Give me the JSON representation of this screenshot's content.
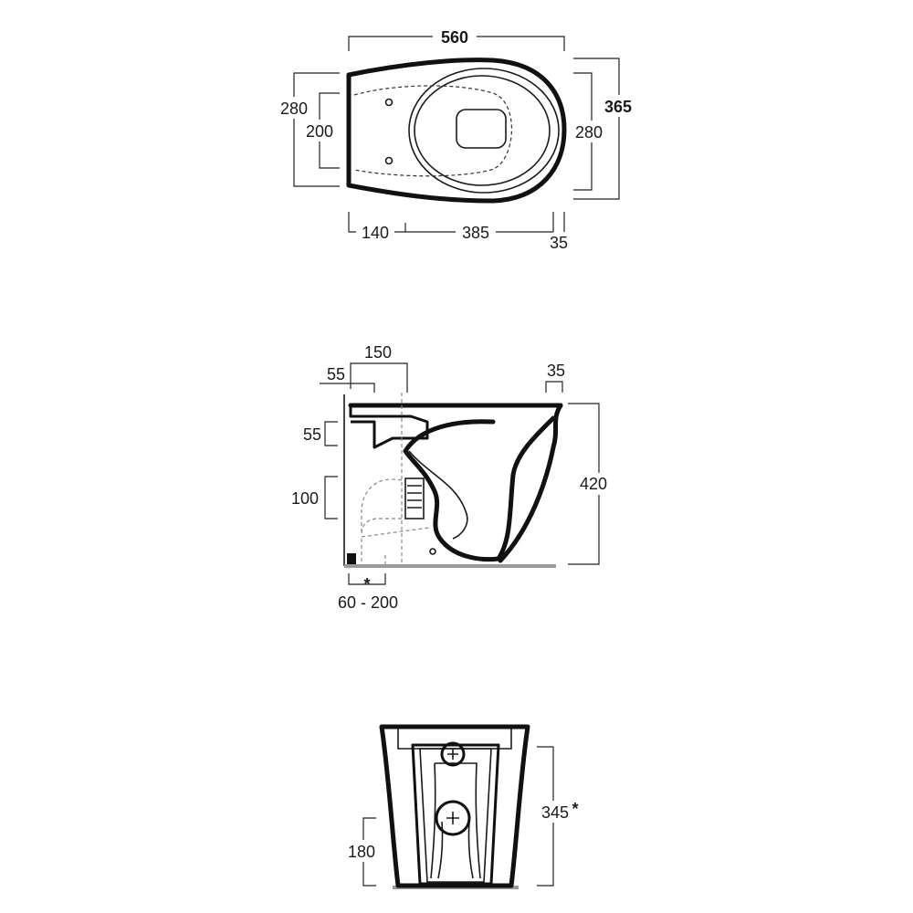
{
  "top_view": {
    "dim_overall_length": "560",
    "dim_overall_width": "365",
    "dim_left_width": "280",
    "dim_fixing_spacing": "200",
    "dim_right_width": "280",
    "dim_rear_offset": "140",
    "dim_mid_length": "385",
    "dim_front_offset": "35"
  },
  "side_view": {
    "dim_150": "150",
    "dim_55_top": "55",
    "dim_35": "35",
    "dim_55_left": "55",
    "dim_100": "100",
    "dim_420": "420",
    "dim_range": "60 - 200",
    "asterisk": "*"
  },
  "rear_view": {
    "dim_345": "345",
    "asterisk": "*",
    "dim_180": "180"
  }
}
